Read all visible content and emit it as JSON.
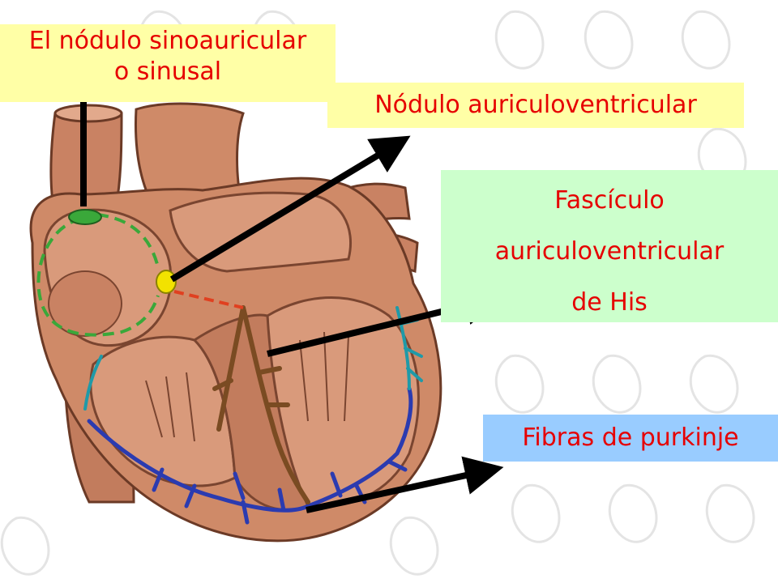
{
  "labels": {
    "sinoatrial": [
      "El nódulo sinoauricular",
      "o sinusal"
    ],
    "av_node": "Nódulo auriculoventricular",
    "his_bundle": [
      "Fascículo",
      "auriculoventricular",
      "de His"
    ],
    "purkinje": "Fibras de purkinje"
  },
  "colors": {
    "label_text": "#e60000",
    "yellow_box": "#ffffa6",
    "green_box": "#ccffcc",
    "blue_box": "#99ccff",
    "heart_flesh": "#cf8a68",
    "heart_shadow": "#9c5a3e",
    "his_bundle": "#7a4b22",
    "purkinje_blue": "#2b3bb0",
    "purkinje_teal": "#1f9aa8",
    "sa_node": "#3aa83a",
    "av_node": "#f2e200",
    "arrow": "#000000"
  }
}
